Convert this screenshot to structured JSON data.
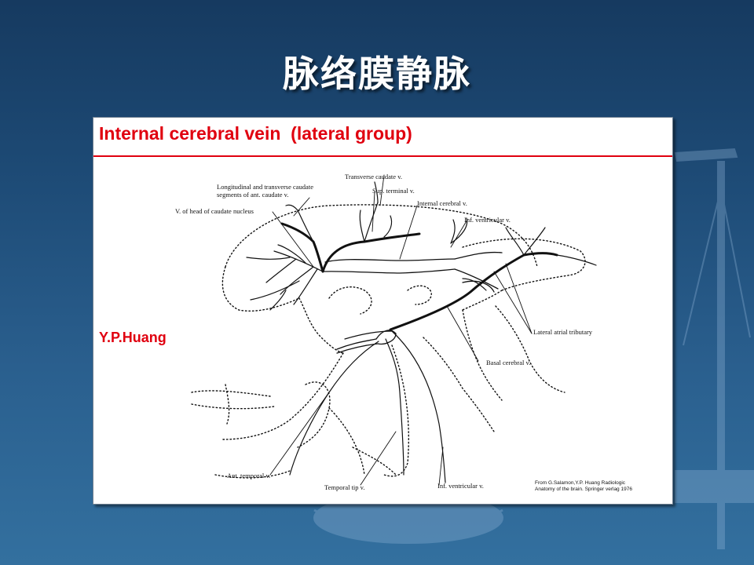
{
  "slide": {
    "title": "脉络膜静脉",
    "colors": {
      "background": "#1d4a75",
      "title": "#ffffff",
      "heading": "#e0000f"
    }
  },
  "figure": {
    "heading": "Internal cerebral vein  (lateral group)",
    "author": "Y.P.Huang",
    "labels": {
      "long_trans": "Longitudinal and transverse caudate",
      "segments": "segments of ant. caudate v.",
      "head_caudate": "V. of head of caudate nucleus",
      "transverse_caudate": "Transverse caudate v.",
      "sup_terminal": "Sup. terminal v.",
      "internal_cerebral": "Internal cerebral v.",
      "inf_ventricular_top": "Inf. ventricular v.",
      "lateral_atrial": "Lateral atrial tributary",
      "basal_cerebral": "Basal cerebral v.",
      "ant_temporal": "Ant. temporal v.",
      "temporal_tip": "Temporal tip v.",
      "inf_ventricular_bottom": "Inf. ventricular v."
    },
    "credit": {
      "line1": "From G.Salamon,Y.P. Huang Radiologic",
      "line2": "Anatomy of the brain. Springer verlag 1976"
    }
  }
}
